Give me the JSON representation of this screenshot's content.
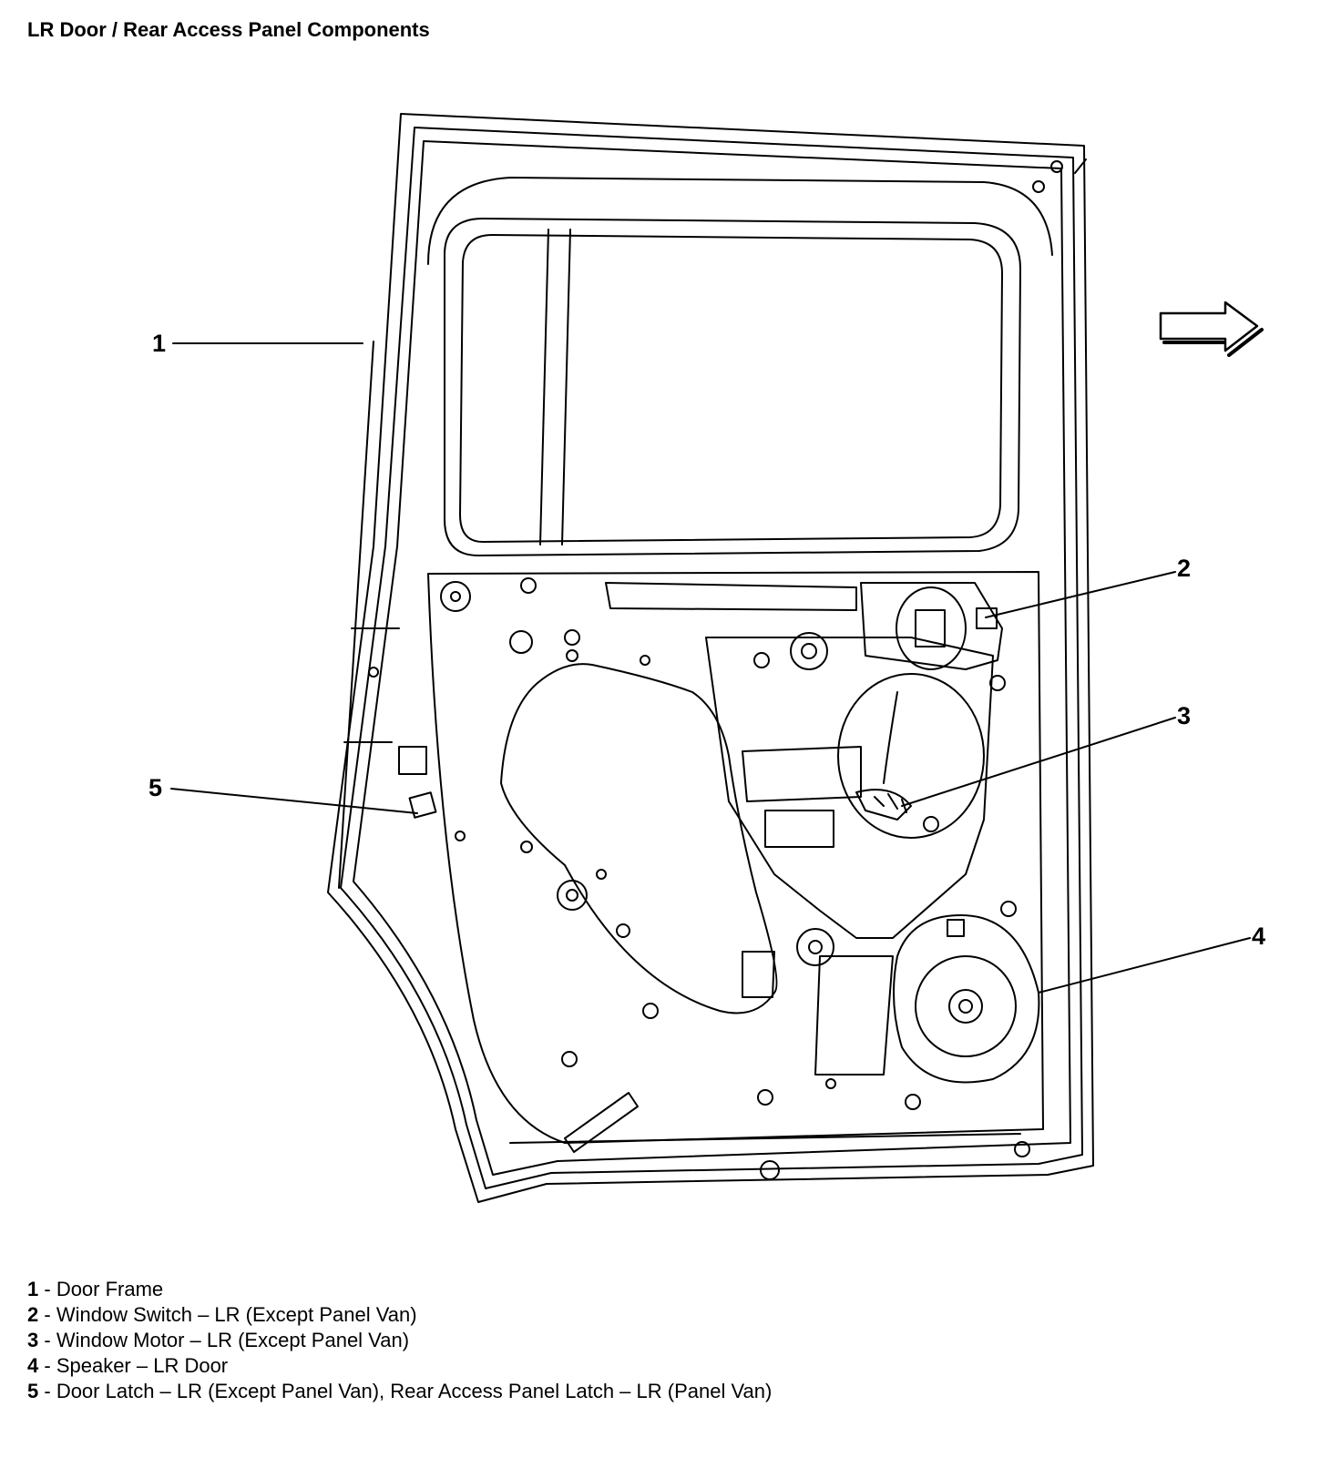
{
  "title": "LR Door / Rear Access Panel Components",
  "callouts": [
    {
      "num": "1",
      "desc": "Door Frame"
    },
    {
      "num": "2",
      "desc": "Window Switch – LR (Except Panel Van)"
    },
    {
      "num": "3",
      "desc": "Window Motor – LR (Except Panel Van)"
    },
    {
      "num": "4",
      "desc": "Speaker – LR Door"
    },
    {
      "num": "5",
      "desc": "Door Latch – LR (Except Panel Van), Rear Access Panel Latch – LR (Panel Van)"
    }
  ],
  "icons": {
    "direction_arrow": "forward-arrow-icon"
  }
}
